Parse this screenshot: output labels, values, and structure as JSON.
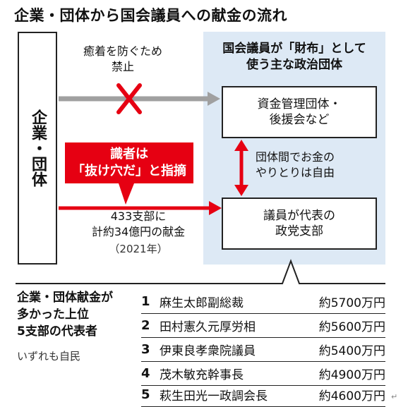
{
  "title": "企業・団体から国会議員への献金の流れ",
  "left_box": {
    "label": "企業・団体"
  },
  "panel": {
    "title_line1": "国会議員が「財布」として",
    "title_line2": "使う主な政治団体"
  },
  "box_upper": {
    "line1": "資金管理団体・",
    "line2": "後援会など"
  },
  "box_lower": {
    "line1": "議員が代表の",
    "line2": "政党支部"
  },
  "ban_note": {
    "line1": "癒着を防ぐため",
    "line2": "禁止"
  },
  "red_label": {
    "line1": "識者は",
    "line2": "「抜け穴だ」と指摘"
  },
  "money_note": {
    "line1": "433支部に",
    "line2": "計約34億円の献金",
    "year": "（2021年）"
  },
  "mutual_note": {
    "line1": "団体間でお金の",
    "line2": "やりとりは自由"
  },
  "ranking_title": {
    "line1": "企業・団体献金が",
    "line2": "多かった上位",
    "line3": "5支部の代表者"
  },
  "ranking_note": "いずれも自民",
  "ranking": [
    {
      "rank": "1",
      "name": "麻生太郎副総裁",
      "amount": "約5700万円"
    },
    {
      "rank": "2",
      "name": "田村憲久元厚労相",
      "amount": "約5600万円"
    },
    {
      "rank": "3",
      "name": "伊東良孝衆院議員",
      "amount": "約5400万円"
    },
    {
      "rank": "4",
      "name": "茂木敏充幹事長",
      "amount": "約4900万円"
    },
    {
      "rank": "5",
      "name": "萩生田光一政調会長",
      "amount": "約4600万円"
    }
  ],
  "corner_mark": "↵",
  "colors": {
    "red": "#e60012",
    "gray_arrow": "#a0a0a0",
    "panel_blue": "#dde9f5"
  }
}
